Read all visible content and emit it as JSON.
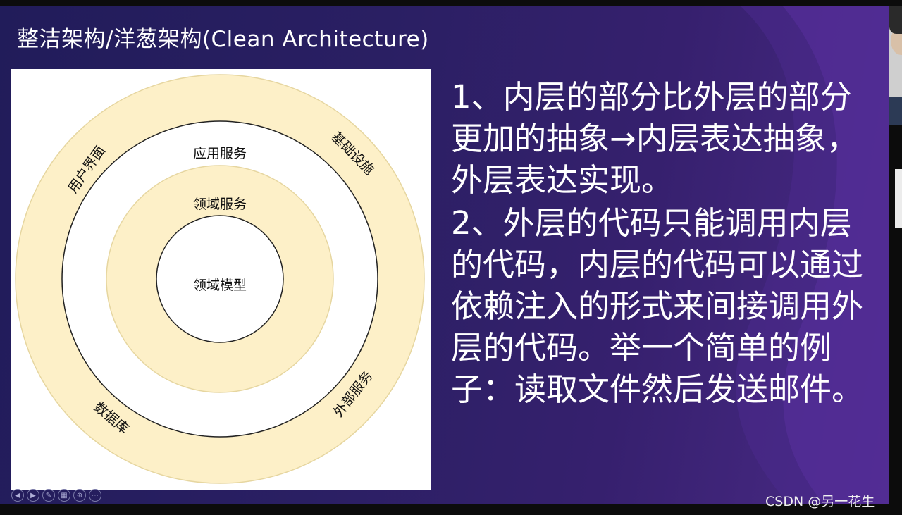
{
  "slide": {
    "title": "整洁架构/洋葱架构(Clean Architecture)",
    "diagram": {
      "outer_ring_labels": {
        "top_left": "用户界面",
        "top_right": "基础设施",
        "bottom_left": "数据库",
        "bottom_right": "外部服务"
      },
      "layer_labels": {
        "application": "应用服务",
        "domain_service": "领域服务",
        "domain_model": "领域模型"
      },
      "ring_color": "#fdf0c8",
      "ring_border_color": "#e6d6a0"
    },
    "points": [
      "1、内层的部分比外层的部分更加的抽象→内层表达抽象，外层表达实现。",
      "2、外层的代码只能调用内层的代码，内层的代码可以通过依赖注入的形式来间接调用外层的代码。举一个简单的例子：读取文件然后发送邮件。"
    ]
  },
  "slideshow_controls": [
    "previous-icon",
    "next-icon",
    "pen-icon",
    "slides-grid-icon",
    "zoom-icon",
    "more-icon"
  ],
  "watermark": "CSDN @另一花生"
}
